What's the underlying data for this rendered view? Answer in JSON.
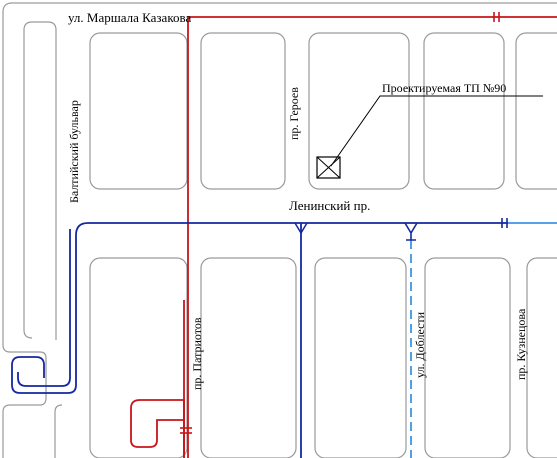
{
  "map": {
    "streets": {
      "marshala_kazakova": "ул. Маршала Казакова",
      "baltiyskiy_bulvar": "Балтийский бульвар",
      "pr_geroev": "пр. Героев",
      "leninskiy_pr": "Ленинский пр.",
      "pr_patriotov": "пр. Патриотов",
      "ul_doblesti": "ул. Доблести",
      "pr_kuznetsova": "пр. Кузнецова"
    },
    "callout": {
      "label": "Проектируемая ТП №90"
    },
    "colors": {
      "red_line": "#c8141a",
      "blue_line": "#1428a0",
      "lightblue_line": "#3c96e6",
      "road_outline": "#9a9a9a"
    }
  }
}
